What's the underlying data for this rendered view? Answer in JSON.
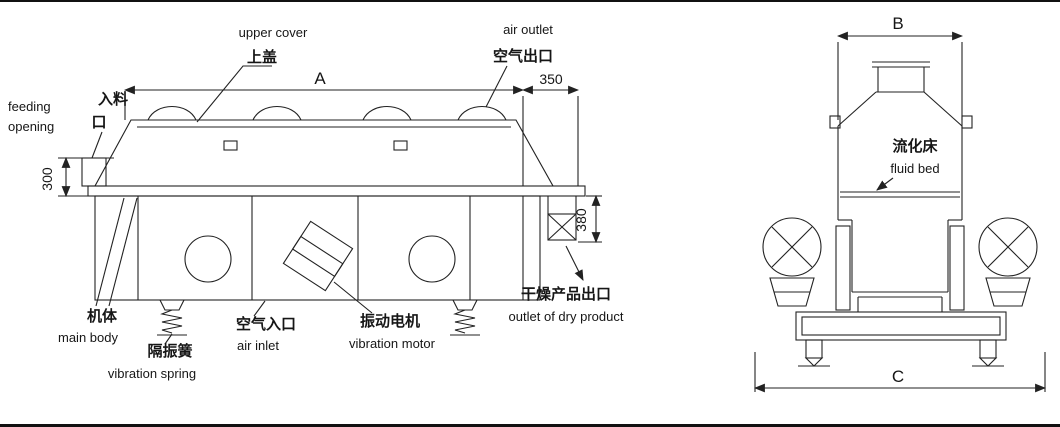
{
  "figure": {
    "background": "#ffffff",
    "ink": "#222222",
    "type": "engineering-diagram",
    "subject": "vibrating fluid bed dryer, side view and end view"
  },
  "side_view": {
    "dim_A": "A",
    "dim_350": "350",
    "dim_300": "300",
    "dim_380": "380",
    "upper_cover_en": "upper cover",
    "upper_cover_zh": "上盖",
    "air_outlet_en": "air outlet",
    "air_outlet_zh": "空气出口",
    "feeding_en_line1": "feeding",
    "feeding_en_line2": "opening",
    "feeding_zh_line1": "入料",
    "feeding_zh_line2": "口",
    "main_body_zh": "机体",
    "main_body_en": "main body",
    "vibration_spring_zh": "隔振簧",
    "vibration_spring_en": "vibration spring",
    "air_inlet_zh": "空气入口",
    "air_inlet_en": "air inlet",
    "vibration_motor_zh": "振动电机",
    "vibration_motor_en": "vibration motor",
    "dry_outlet_zh": "干燥产品出口",
    "dry_outlet_en": "outlet of dry product"
  },
  "end_view": {
    "dim_B": "B",
    "dim_C": "C",
    "fluid_bed_zh": "流化床",
    "fluid_bed_en": "fluid bed"
  }
}
